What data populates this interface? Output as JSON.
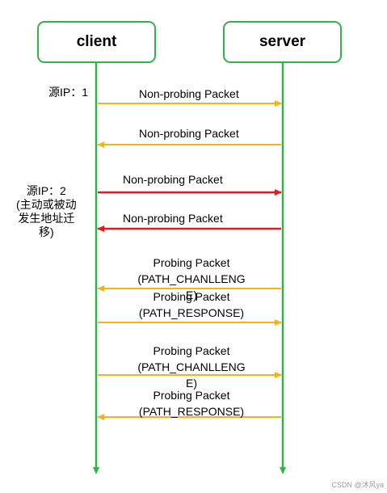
{
  "participants": {
    "client": "client",
    "server": "server"
  },
  "notes": {
    "source_ip_1": "源IP：1",
    "source_ip_2": [
      "源IP：2",
      "(主动或被动",
      "发生地址迁",
      "移)"
    ]
  },
  "messages": [
    {
      "label": [
        "Non-probing Packet"
      ],
      "direction": "client-to-server",
      "color": "#f5b21a"
    },
    {
      "label": [
        "Non-probing Packet"
      ],
      "direction": "server-to-client",
      "color": "#f5b21a"
    },
    {
      "label": [
        "Non-probing Packet"
      ],
      "direction": "client-to-server",
      "color": "#e8171b"
    },
    {
      "label": [
        "Non-probing Packet"
      ],
      "direction": "server-to-client",
      "color": "#e8171b"
    },
    {
      "label": [
        "Probing Packet",
        "(PATH_CHANLLENG",
        "E)"
      ],
      "direction": "server-to-client",
      "color": "#f5b21a"
    },
    {
      "label": [
        "Probing Packet",
        "(PATH_RESPONSE)"
      ],
      "direction": "client-to-server",
      "color": "#f5b21a"
    },
    {
      "label": [
        "Probing Packet",
        "(PATH_CHANLLENG",
        "E)"
      ],
      "direction": "client-to-server",
      "color": "#f5b21a"
    },
    {
      "label": [
        "Probing Packet",
        "(PATH_RESPONSE)"
      ],
      "direction": "server-to-client",
      "color": "#f5b21a"
    }
  ],
  "lifeline_color": "#33b24a",
  "watermark": "CSDN @沐风ya"
}
